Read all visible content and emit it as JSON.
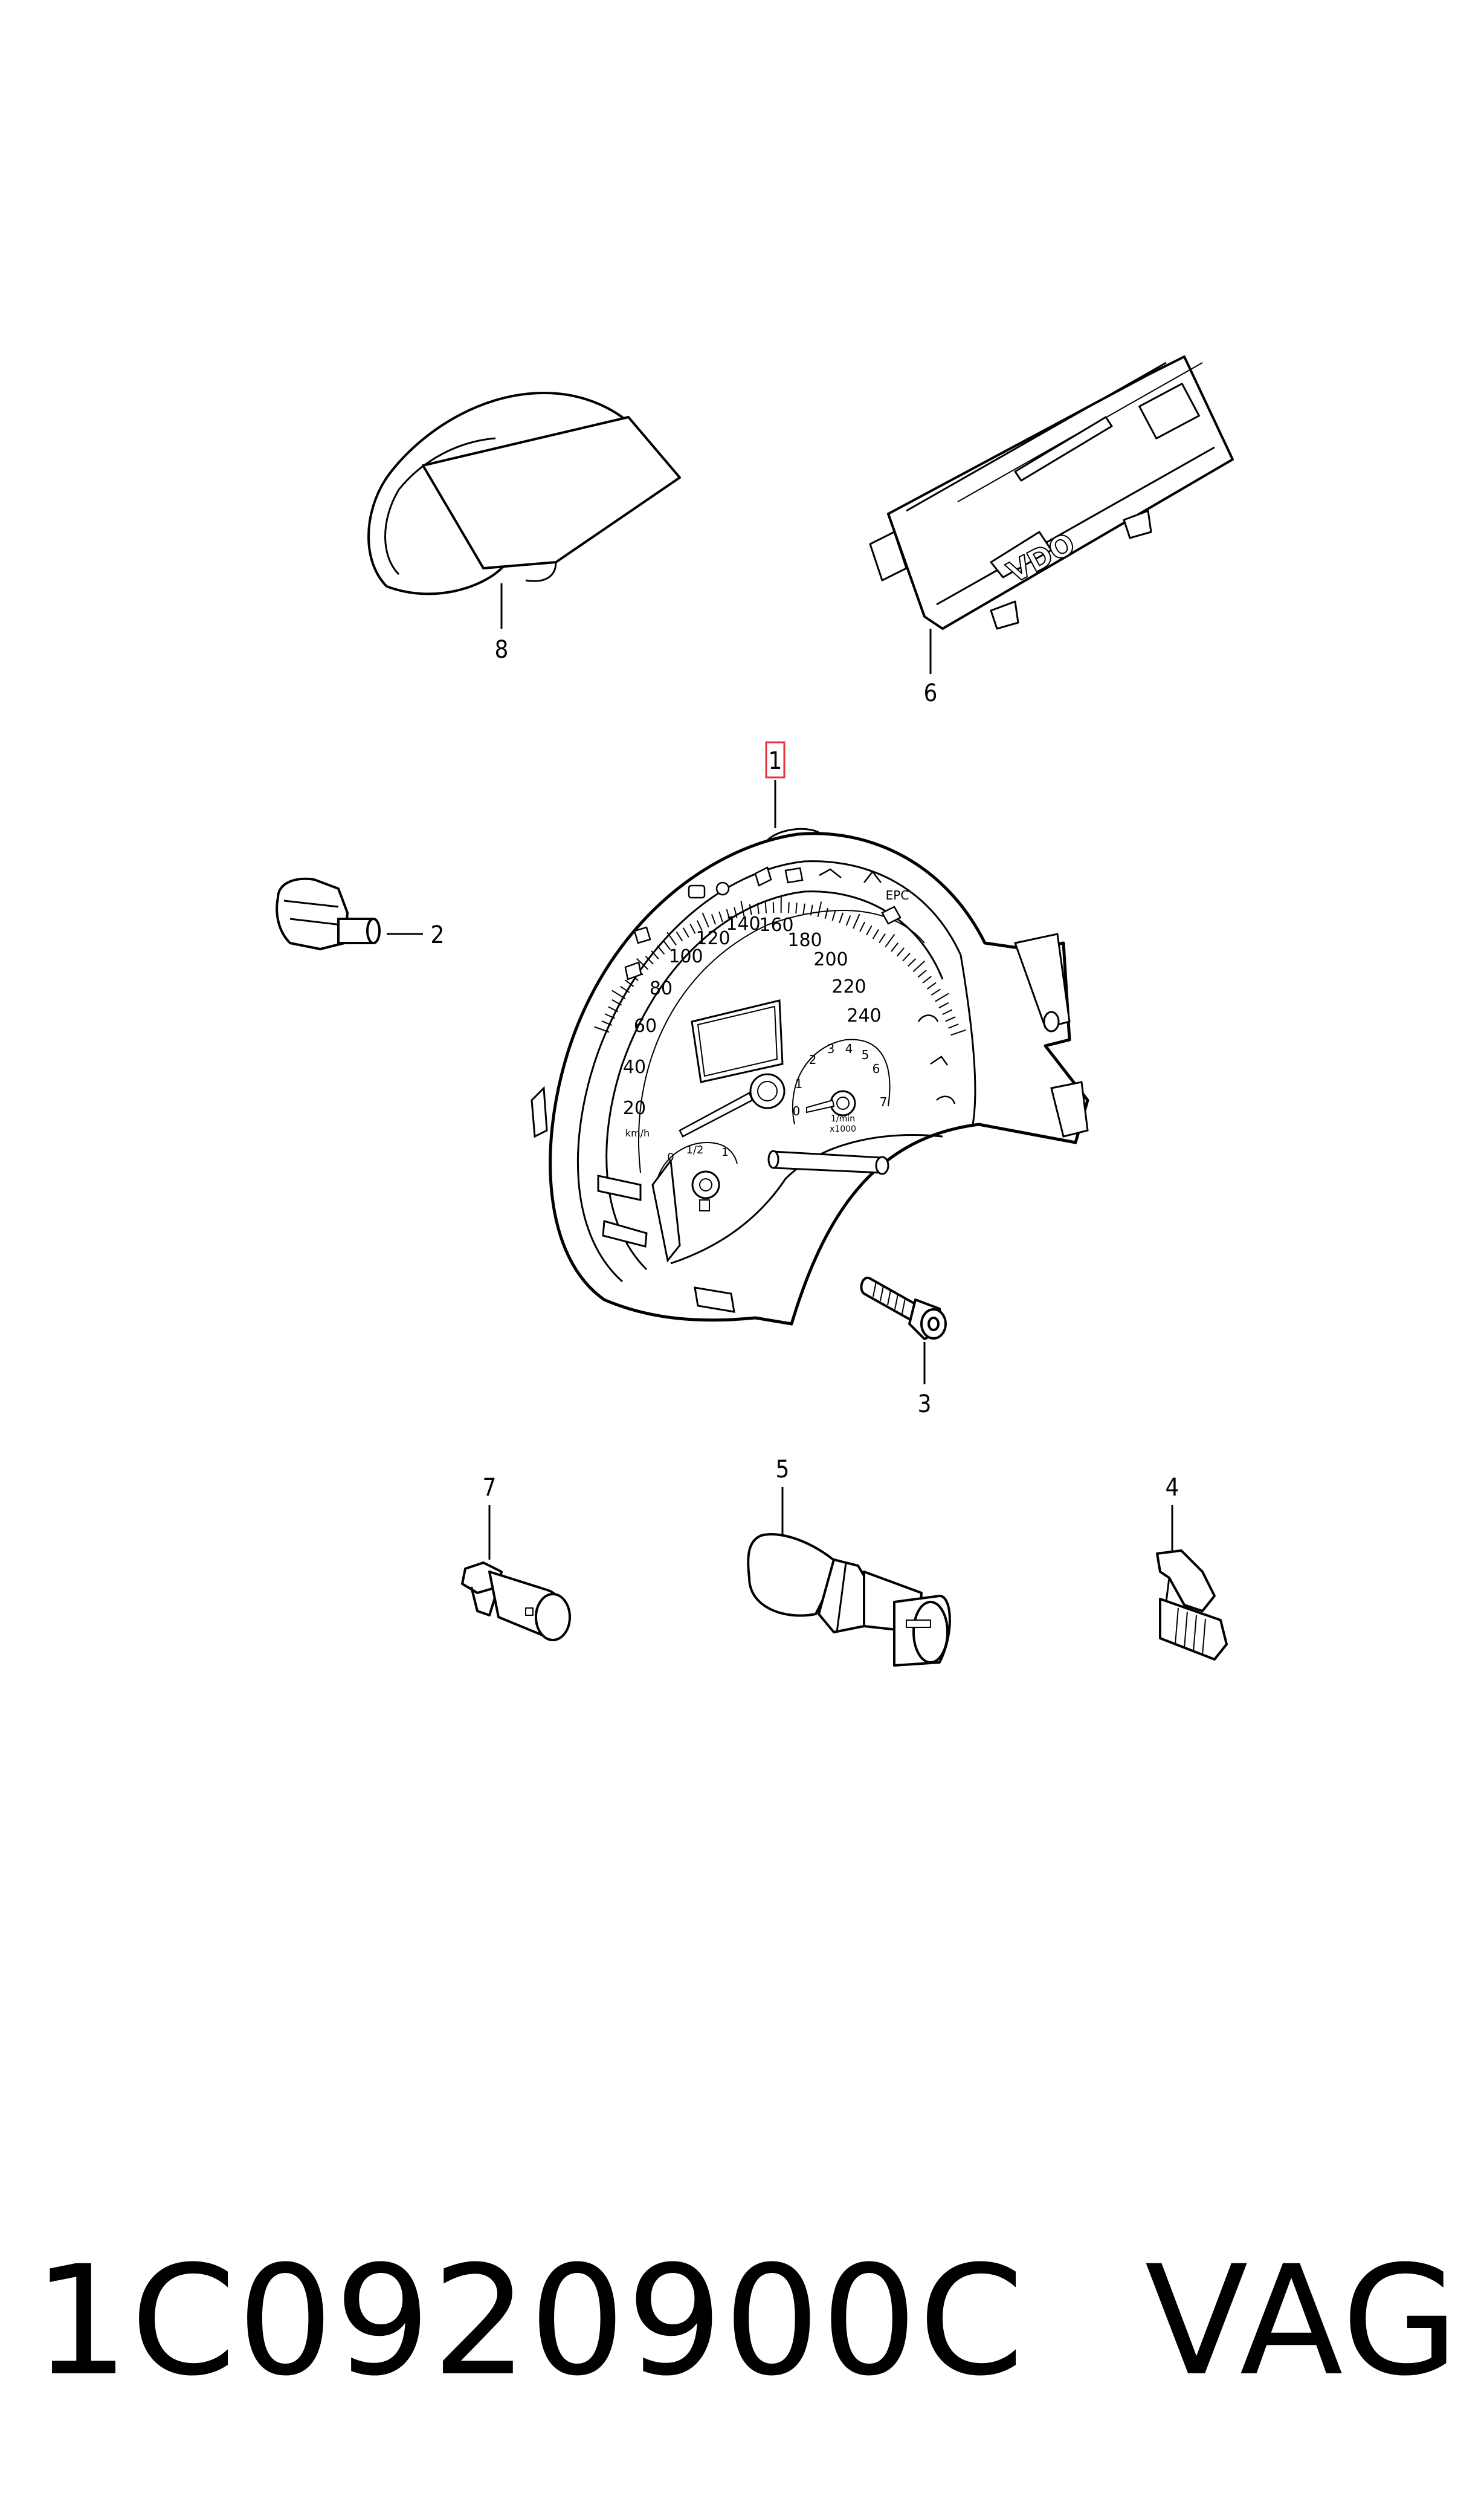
{
  "callouts": {
    "c1": "1",
    "c2": "2",
    "c3": "3",
    "c4": "4",
    "c5": "5",
    "c6": "6",
    "c7": "7",
    "c8": "8"
  },
  "highlighted_callout": "1",
  "highlight_color": "#e8323c",
  "speedometer": {
    "scale": [
      "20",
      "40",
      "60",
      "80",
      "100",
      "120",
      "140",
      "160",
      "180",
      "200",
      "220",
      "240"
    ],
    "unit": "km/h",
    "epc_label": "EPC"
  },
  "tachometer": {
    "scale": [
      "0",
      "1",
      "2",
      "3",
      "4",
      "5",
      "6",
      "7"
    ],
    "unit_top": "1/min",
    "unit_bottom": "x1000"
  },
  "fuel_gauge": {
    "half_mark": "1/2",
    "empty": "0",
    "full": "1"
  },
  "module_brand": "VDO",
  "part_number": "1C0920900C",
  "brand": "VAG"
}
